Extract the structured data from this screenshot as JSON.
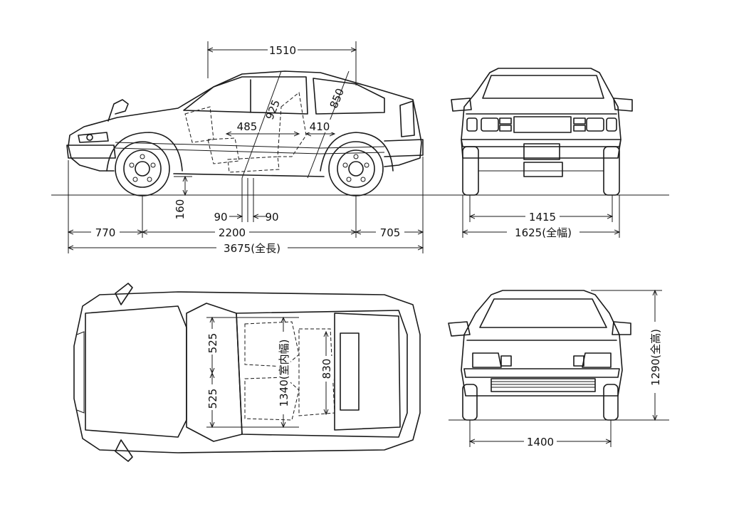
{
  "dimensions": {
    "roof_length": "1510",
    "front_diag": "925",
    "rear_diag": "850",
    "seat_485": "485",
    "seat_410": "410",
    "ground_clearance": "160",
    "seat_offset_left": "90",
    "seat_offset_right": "90",
    "front_overhang": "770",
    "wheelbase": "2200",
    "rear_overhang": "705",
    "overall_length": "3675(全長)",
    "rear_track": "1415",
    "overall_width": "1625(全幅)",
    "front_seat_width": "525",
    "rear_seat_width": "525",
    "interior_width": "1340(室内幅)",
    "interior_830": "830",
    "front_track": "1400",
    "overall_height": "1290(全高)"
  }
}
